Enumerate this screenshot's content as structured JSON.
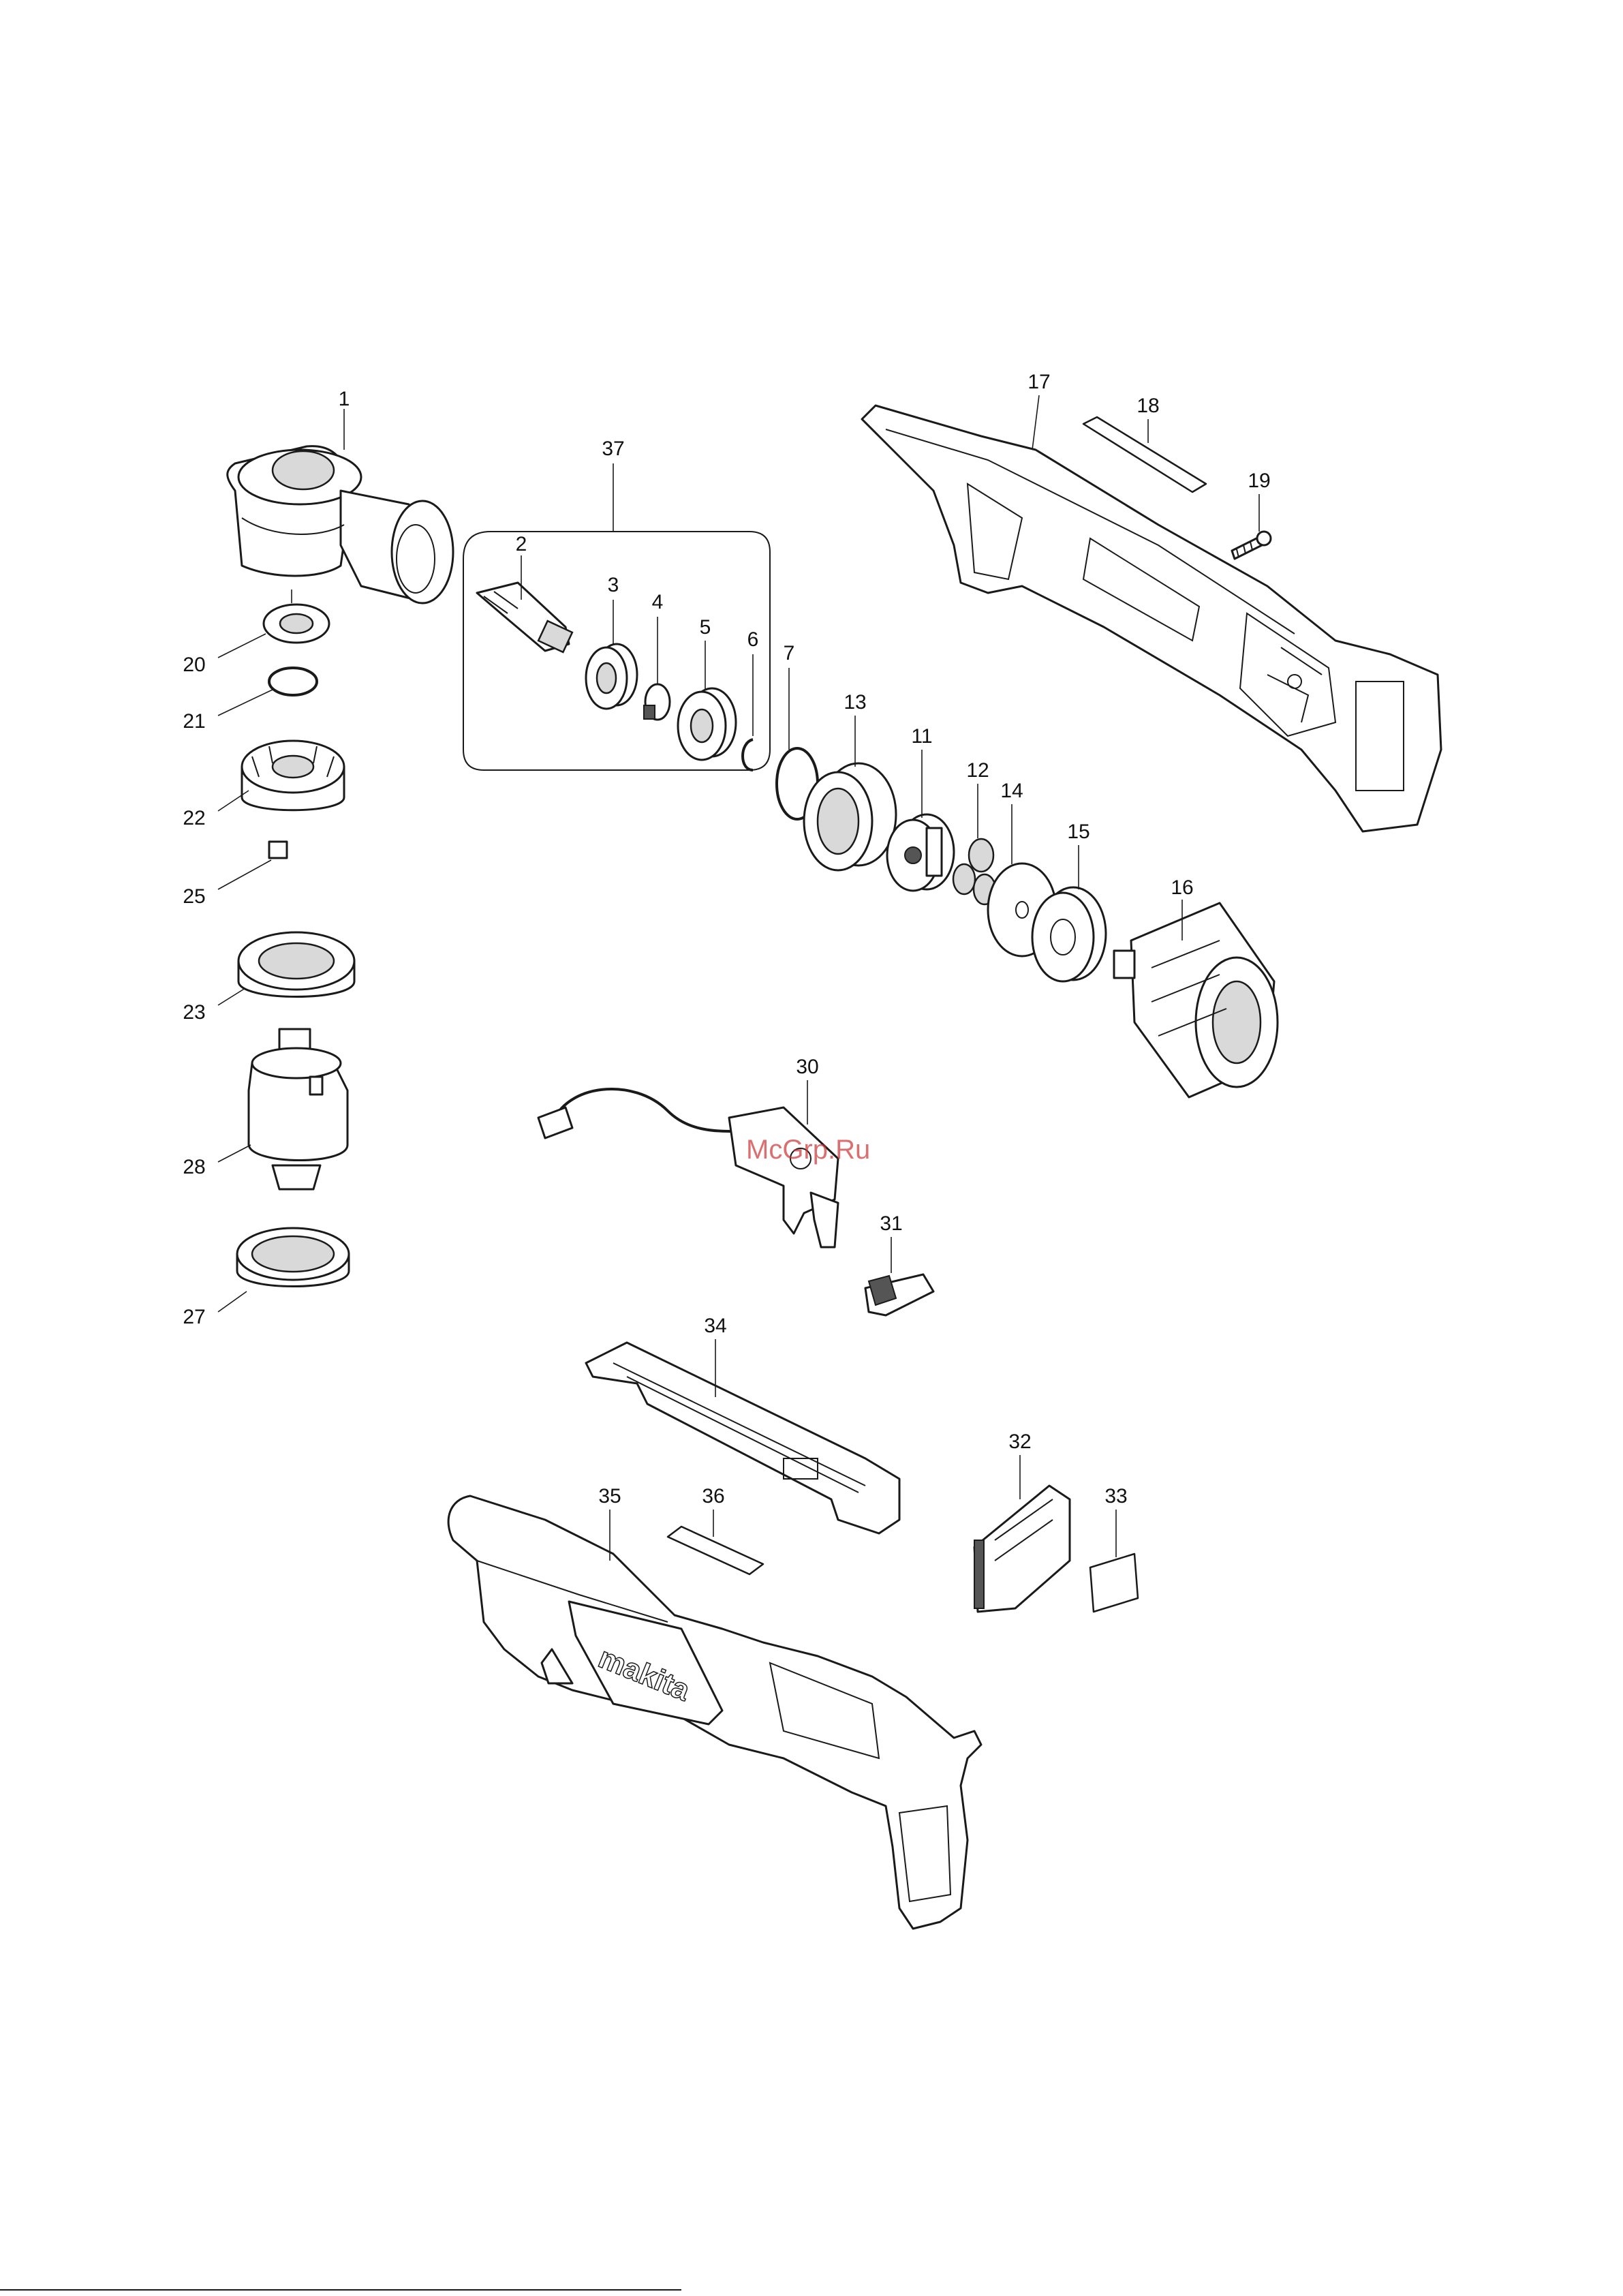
{
  "labels": {
    "p1": "1",
    "p2": "2",
    "p3": "3",
    "p4": "4",
    "p5": "5",
    "p6": "6",
    "p7": "7",
    "p11": "11",
    "p12": "12",
    "p13": "13",
    "p14": "14",
    "p15": "15",
    "p16": "16",
    "p17": "17",
    "p18": "18",
    "p19": "19",
    "p20": "20",
    "p21": "21",
    "p22": "22",
    "p23": "23",
    "p25": "25",
    "p27": "27",
    "p28": "28",
    "p30": "30",
    "p31": "31",
    "p32": "32",
    "p33": "33",
    "p34": "34",
    "p35": "35",
    "p36": "36",
    "p37": "37"
  },
  "watermark": "McGrp.Ru",
  "logo_text": "makita"
}
